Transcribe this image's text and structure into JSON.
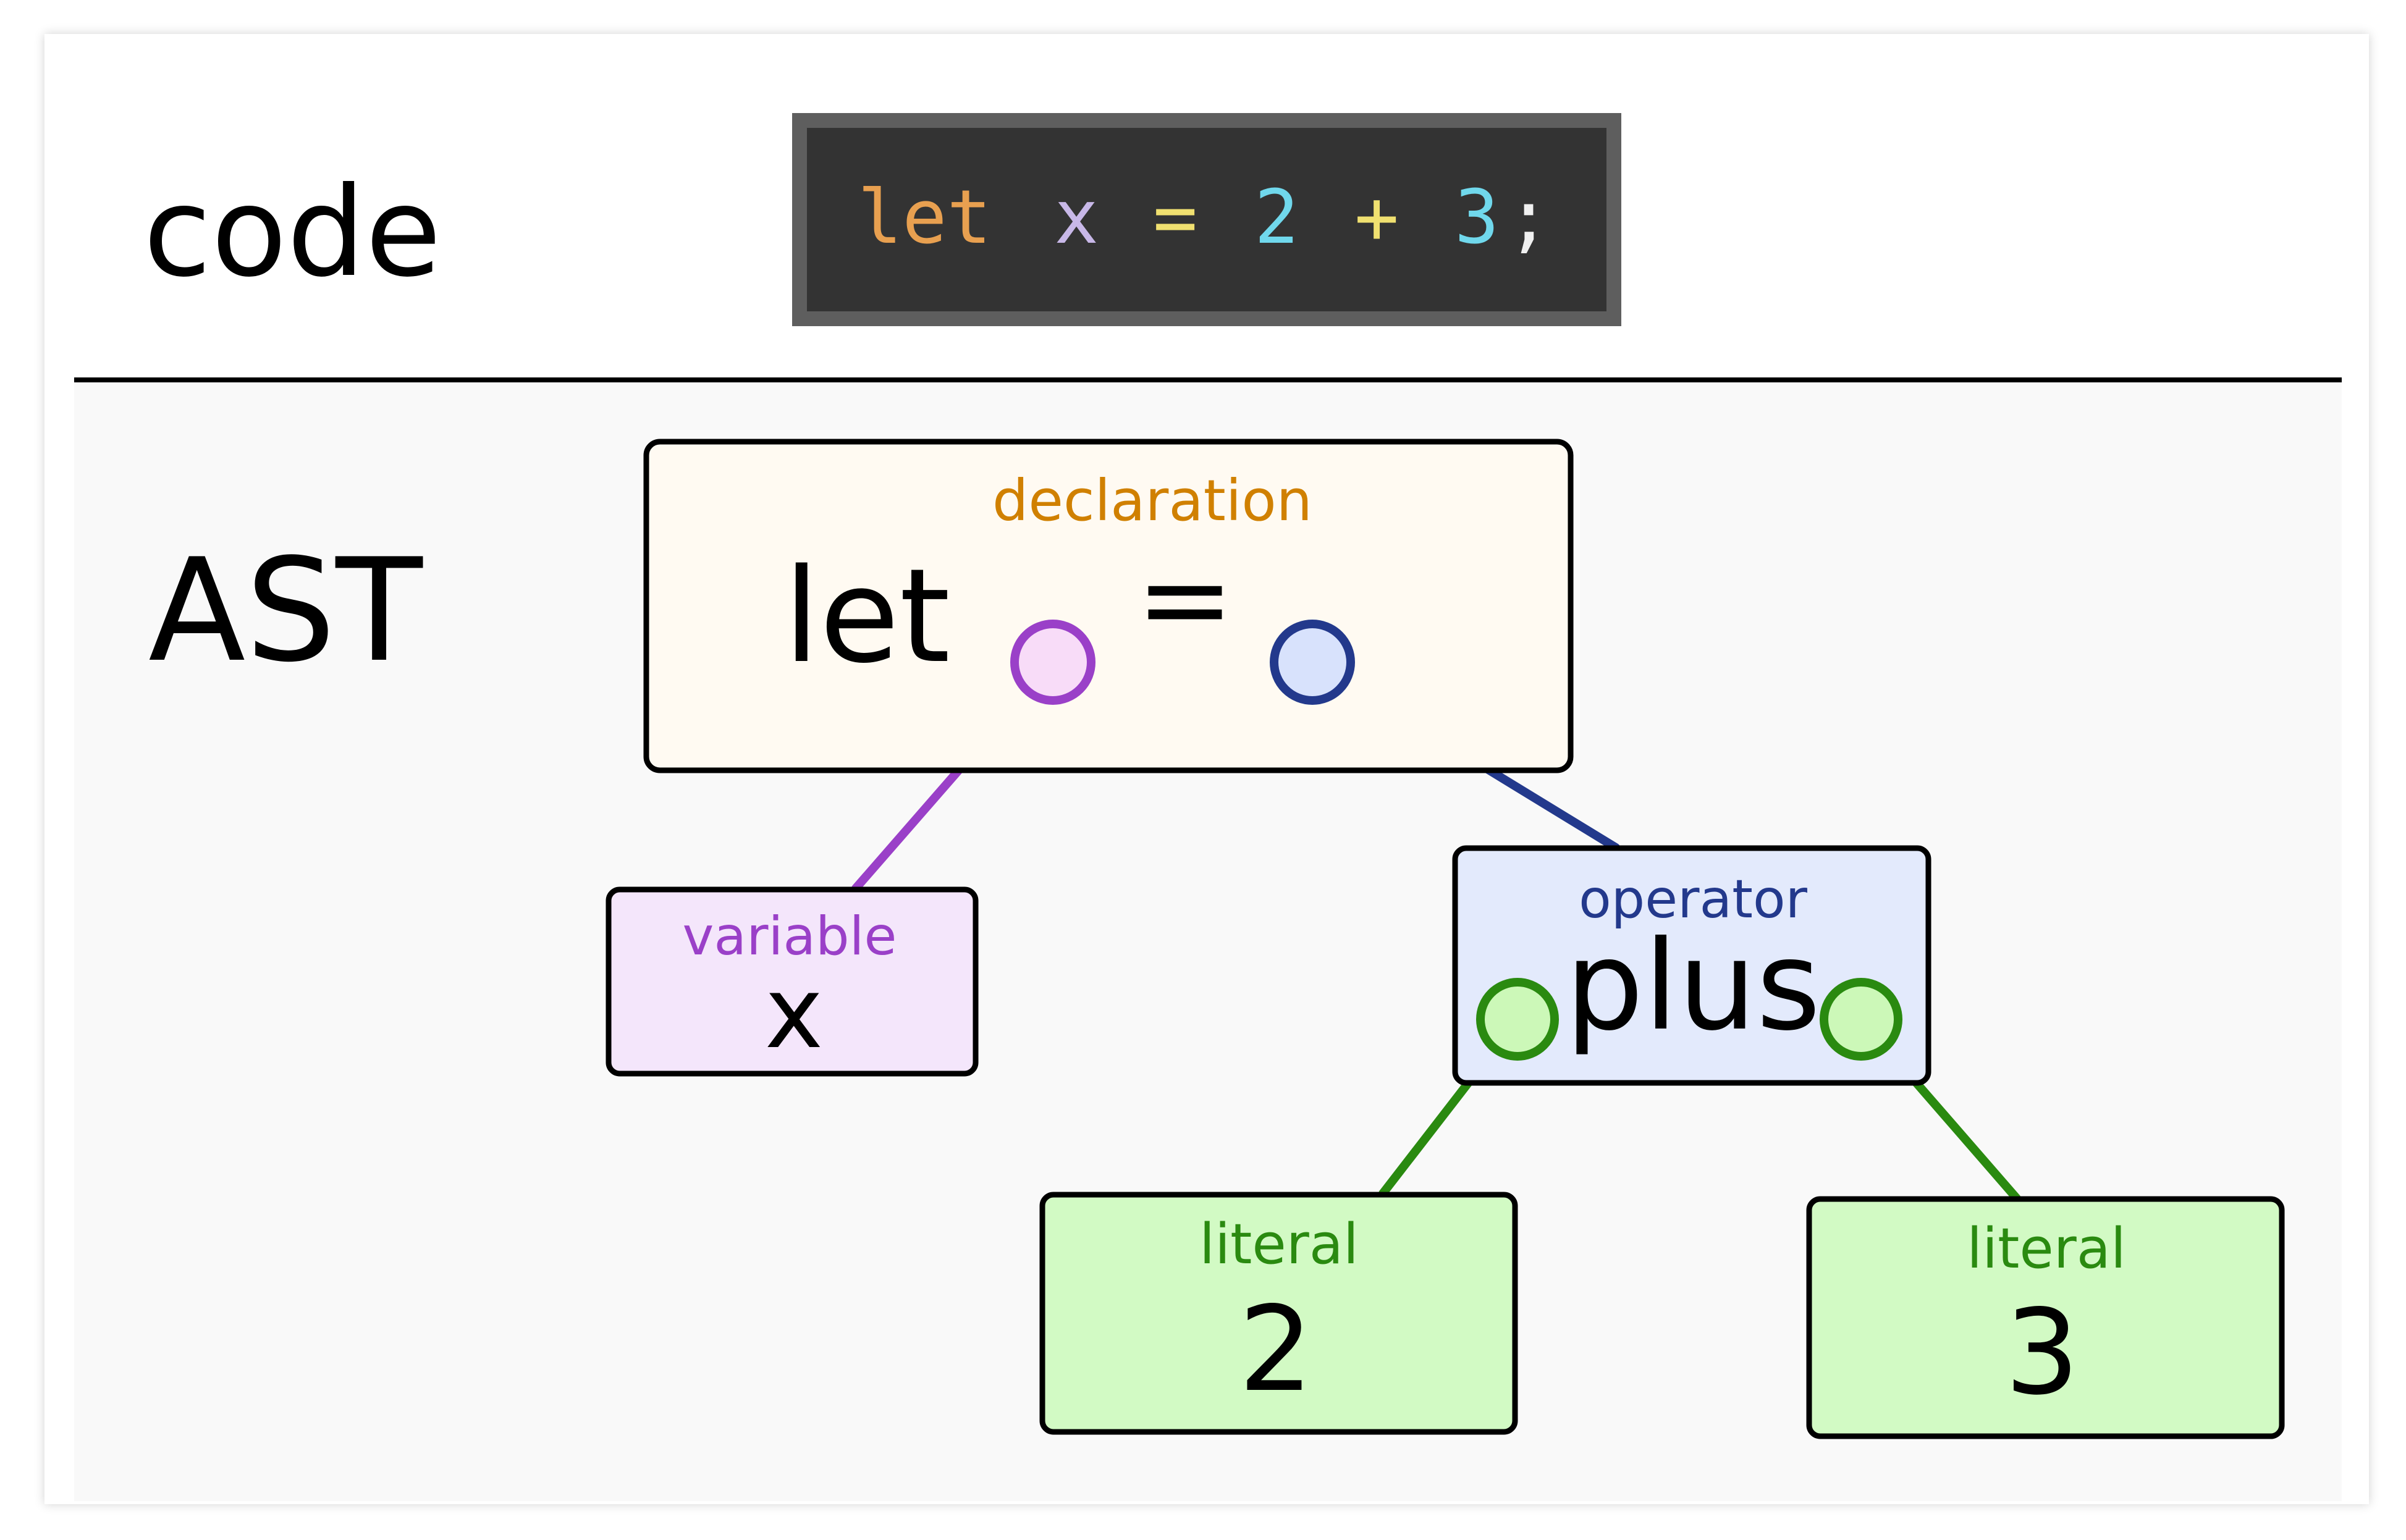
{
  "labels": {
    "code": "code",
    "ast": "AST"
  },
  "code": {
    "tokens": [
      {
        "text": "let",
        "color": "#e8a050"
      },
      {
        "text": "x",
        "color": "#c8b8e8"
      },
      {
        "text": "=",
        "color": "#f0e070"
      },
      {
        "text": "2",
        "color": "#70d8ec"
      },
      {
        "text": "+",
        "color": "#f0e070"
      },
      {
        "text": "3",
        "color": "#70d8ec"
      },
      {
        "text": ";",
        "color": "#f0f0f0"
      }
    ]
  },
  "nodes": {
    "declaration": {
      "kind": "declaration",
      "keyword": "let",
      "operator": "=",
      "kind_color": "#d08000",
      "fill": "#fffaf2"
    },
    "variable": {
      "kind": "variable",
      "value": "x",
      "kind_color": "#9a40c8",
      "fill": "#f4e6fb"
    },
    "operator": {
      "kind": "operator",
      "value": "plus",
      "kind_color": "#23398c",
      "fill": "#e3eafc"
    },
    "literal_2": {
      "kind": "literal",
      "value": "2",
      "kind_color": "#2a8a10",
      "fill": "#d2fac4"
    },
    "literal_3": {
      "kind": "literal",
      "value": "3",
      "kind_color": "#2a8a10",
      "fill": "#d2fac4"
    }
  },
  "colors": {
    "variable_edge": "#9a40c8",
    "variable_port_fill": "#f8dcf8",
    "operator_edge": "#23398c",
    "operator_port_fill": "#d8e2fc",
    "literal_edge": "#2a8a10",
    "literal_port_fill": "#ccf8b8",
    "code_bg": "#333333",
    "code_border": "#5e5e5e"
  }
}
